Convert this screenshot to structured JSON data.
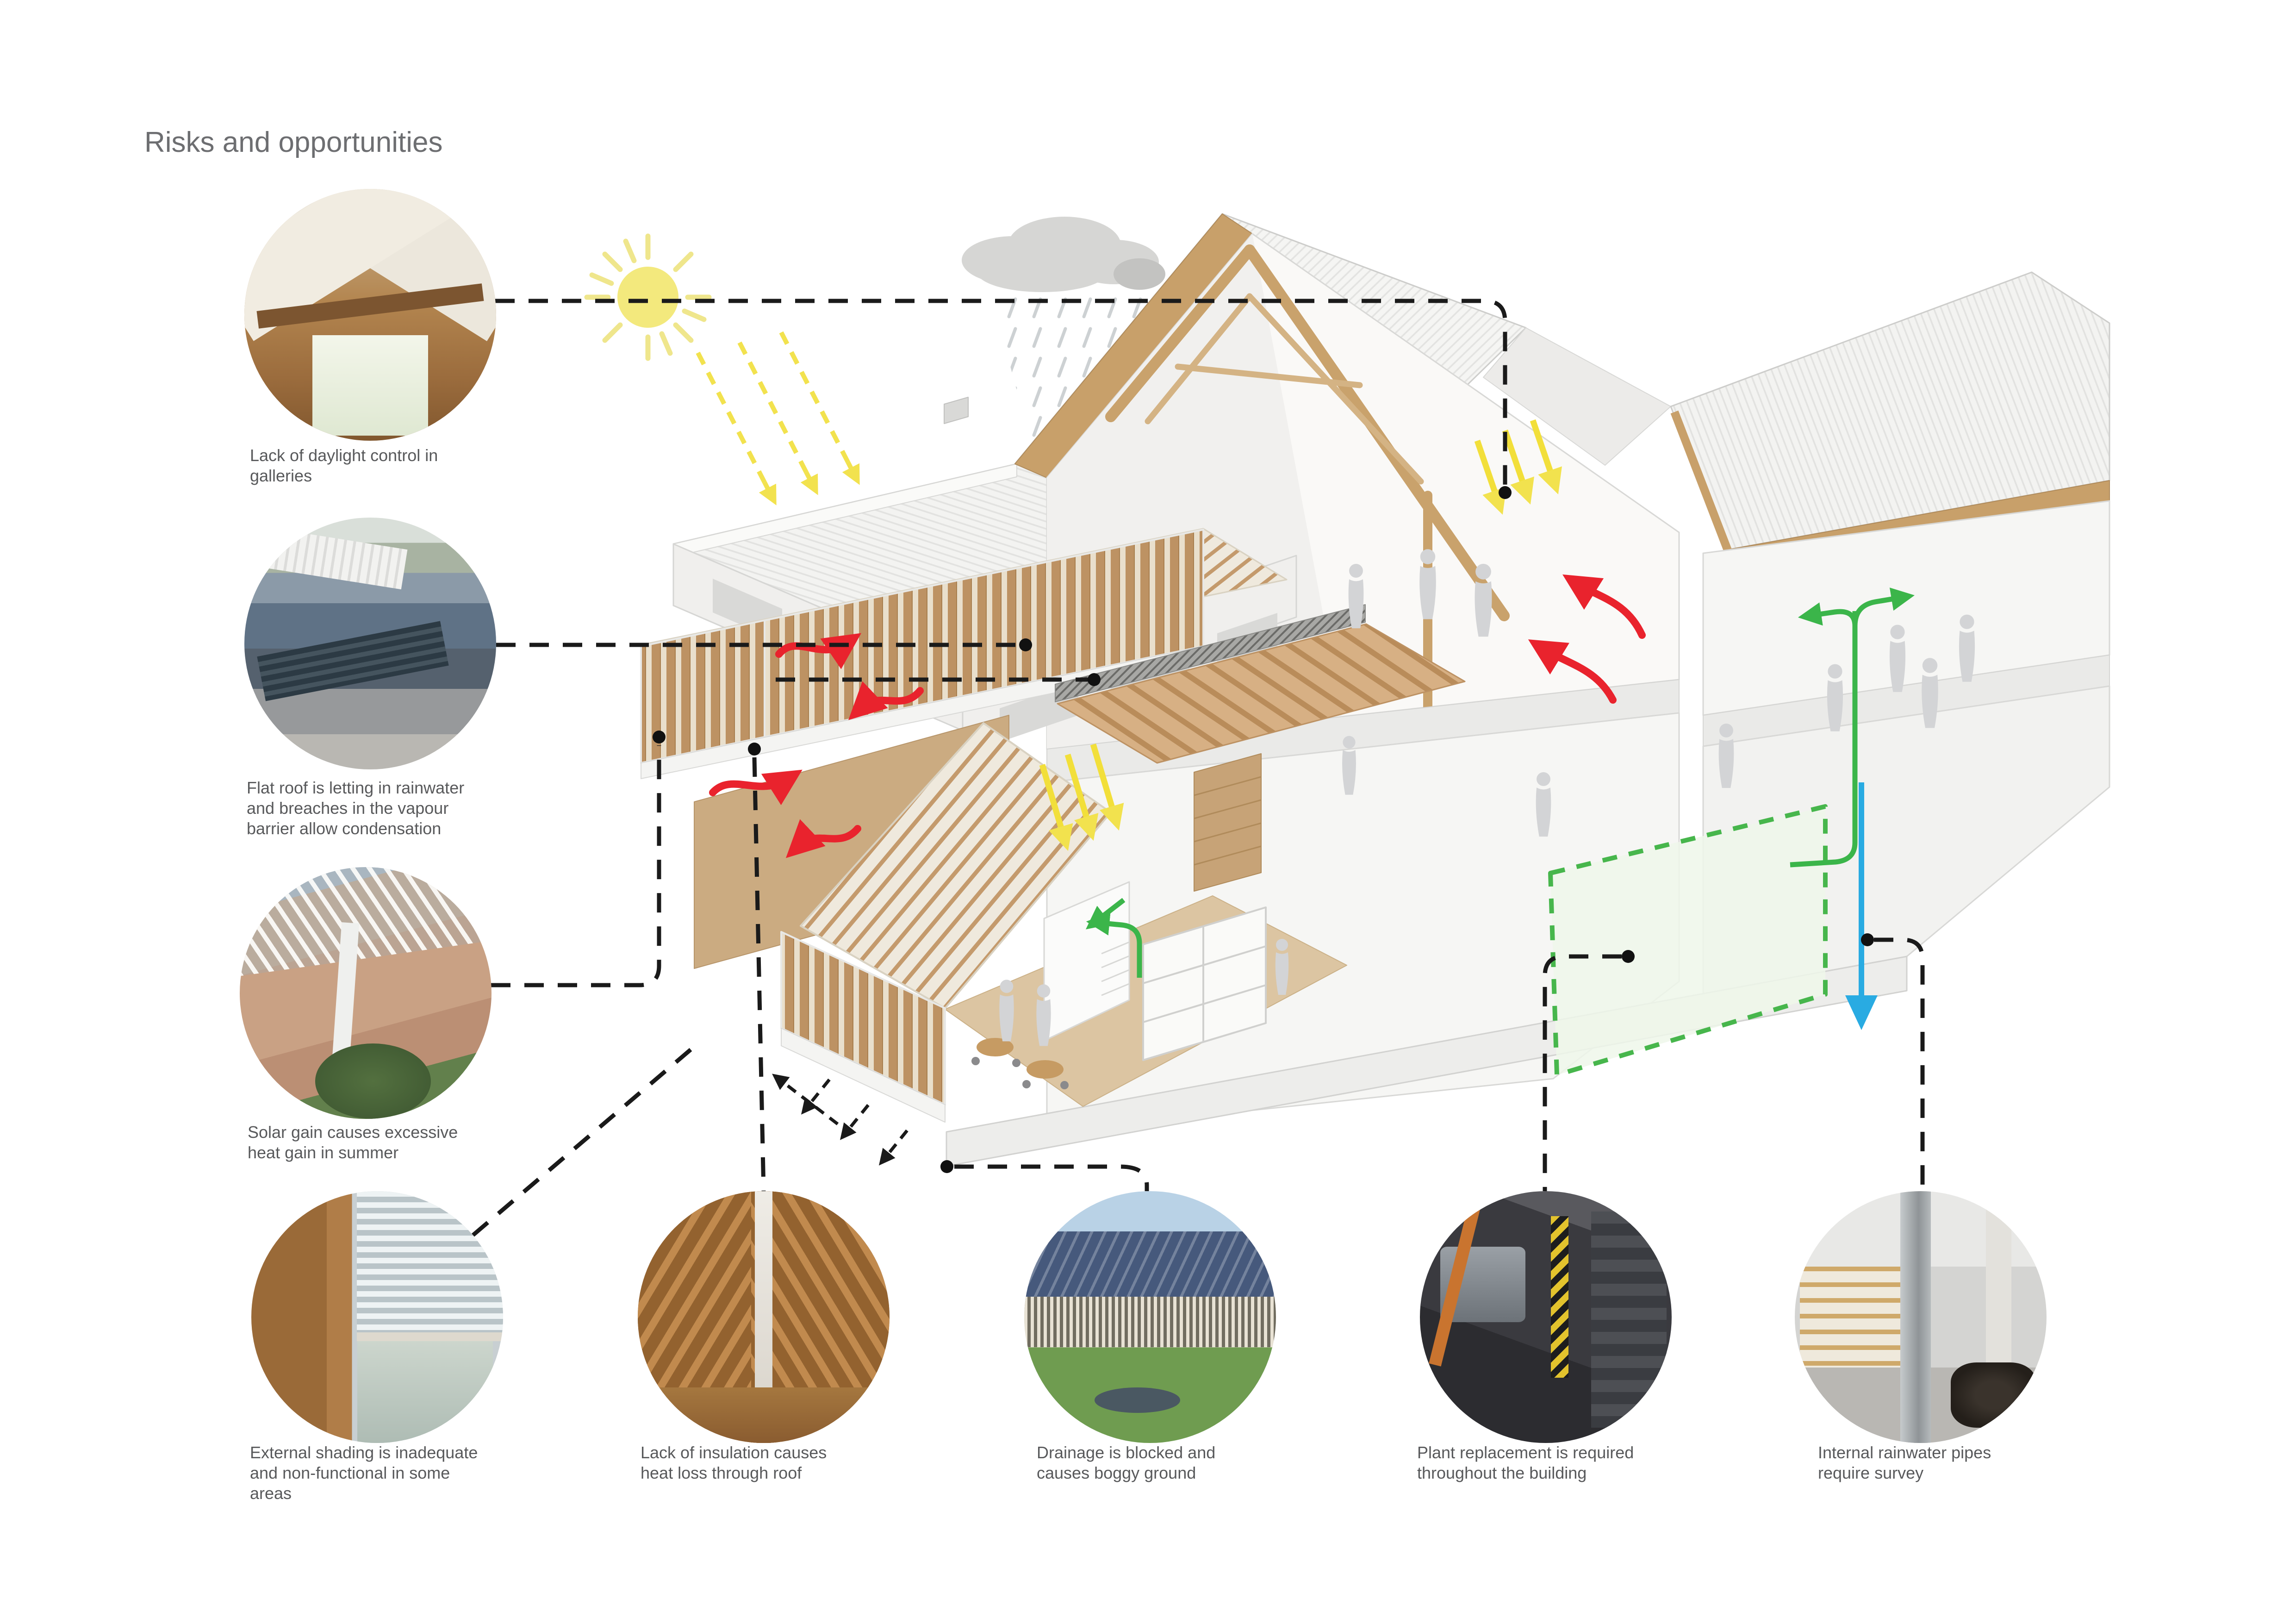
{
  "title": "Risks and opportunities",
  "callouts": [
    {
      "id": "daylight-galleries",
      "label": "Lack of daylight control in\ngalleries"
    },
    {
      "id": "flat-roof-rainwater",
      "label": "Flat roof is letting in rainwater\nand breaches in the vapour\nbarrier allow condensation"
    },
    {
      "id": "solar-gain",
      "label": "Solar gain causes excessive\nheat gain in summer"
    },
    {
      "id": "external-shading",
      "label": "External shading is inadequate\nand non-functional in some\nareas"
    },
    {
      "id": "roof-insulation",
      "label": "Lack of insulation causes\nheat loss through roof"
    },
    {
      "id": "drainage",
      "label": "Drainage is blocked and\ncauses boggy ground"
    },
    {
      "id": "plant-replacement",
      "label": "Plant replacement is required\nthroughout the building"
    },
    {
      "id": "rainwater-pipes",
      "label": "Internal rainwater pipes\nrequire survey"
    }
  ],
  "colors": {
    "title_gray": "#6d6e71",
    "caption_gray": "#58595b",
    "leader_black": "#1a1a1a",
    "solar_yellow": "#f2e24e",
    "sun_fill": "#f3e97d",
    "heat_loss_red": "#e9232d",
    "ventilation_green": "#3bb54a",
    "rainwater_blue": "#29abe2",
    "plant_zone_green": "#47b64c",
    "timber_tan": "#c49a6c",
    "roof_white": "#f3f3f1"
  },
  "icons": {
    "sun": "sun-icon",
    "rain_cloud": "rain-cloud-icon"
  }
}
